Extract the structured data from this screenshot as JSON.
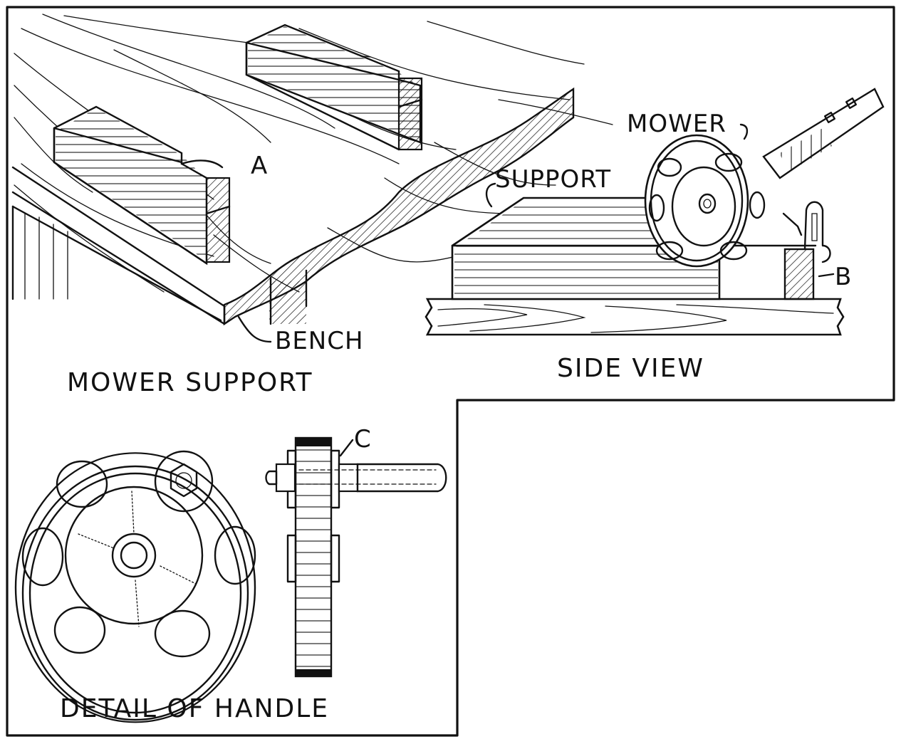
{
  "figure": {
    "panels": [
      {
        "id": "mower-support",
        "caption": "MOWER SUPPORT"
      },
      {
        "id": "side-view",
        "caption": "SIDE VIEW"
      },
      {
        "id": "detail-of-handle",
        "caption": "DETAIL OF HANDLE"
      }
    ],
    "labels": {
      "a": "A",
      "bench": "BENCH",
      "mower": "MOWER",
      "support": "SUPPORT",
      "b": "B",
      "c": "C"
    },
    "colors": {
      "ink": "#111111",
      "paper": "#ffffff"
    }
  }
}
